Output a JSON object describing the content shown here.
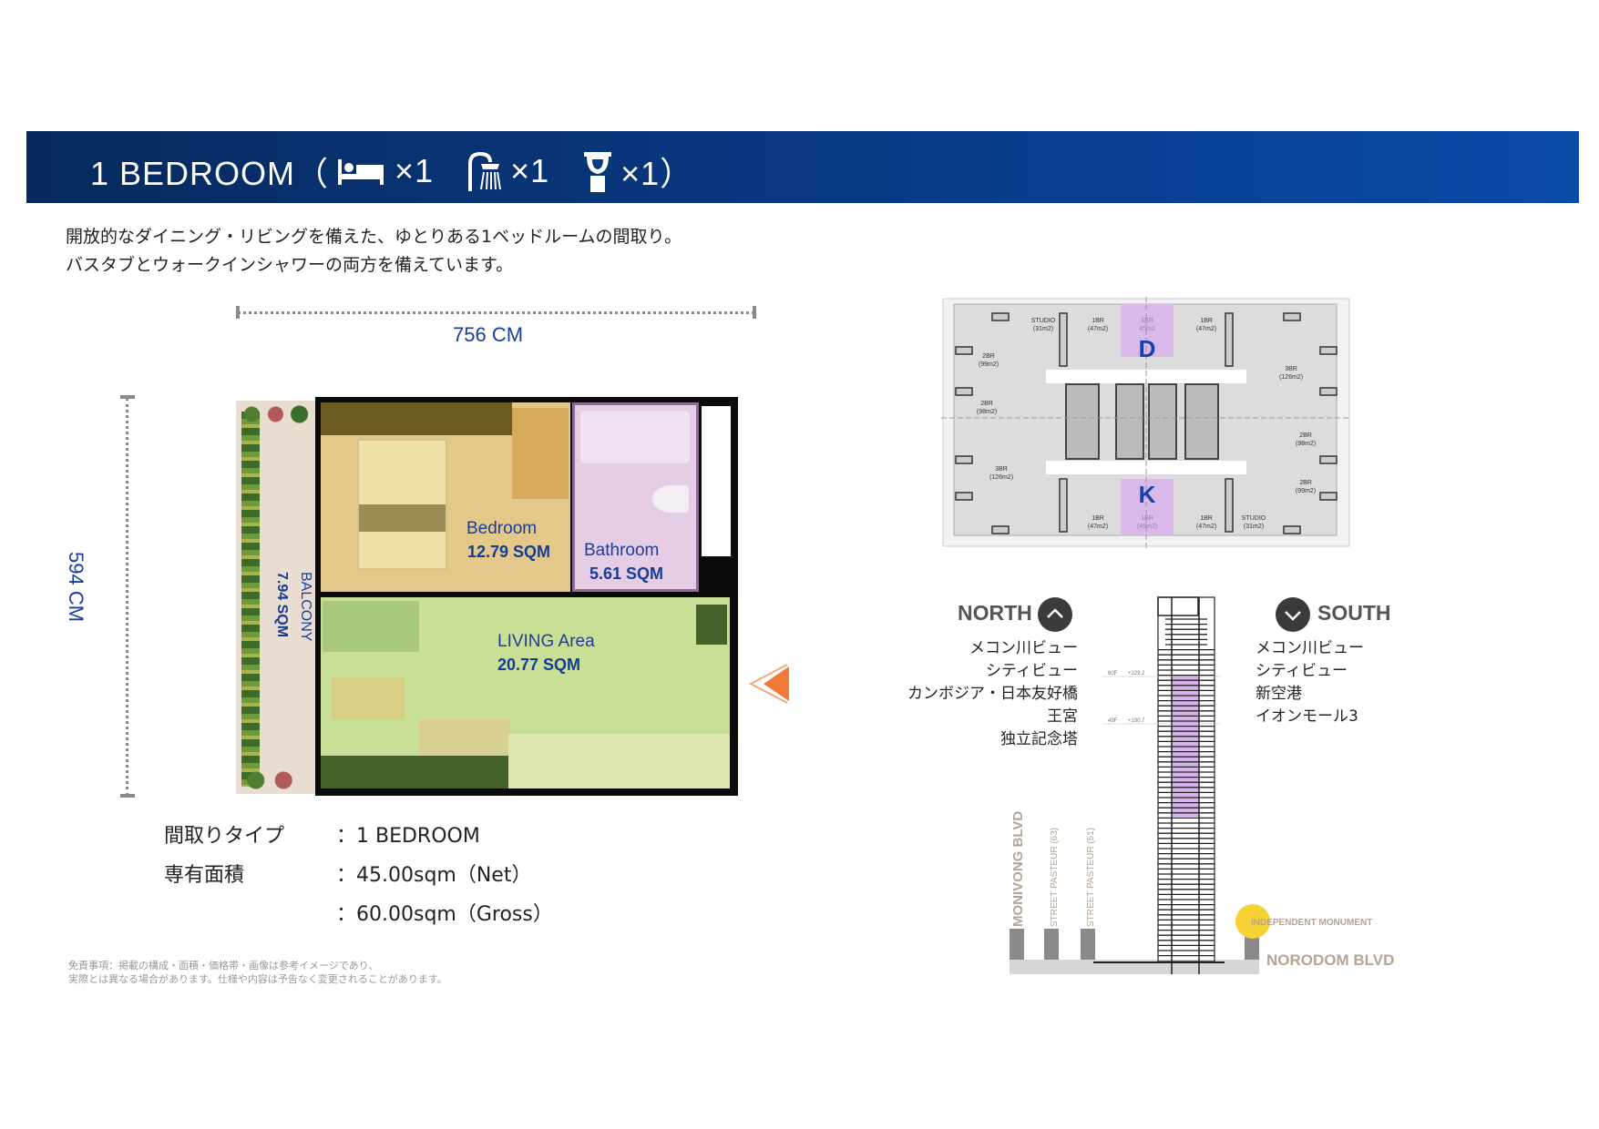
{
  "header": {
    "title": "1 BEDROOM（",
    "bed_count": "×1",
    "shower_count": "×1",
    "toilet_count": "×1）",
    "icons": [
      "bed-icon",
      "shower-icon",
      "toilet-icon"
    ],
    "bg_color": "#0a3a86"
  },
  "description": [
    "開放的なダイニング・リビングを備えた、ゆとりある1ベッドルームの間取り。",
    "バスタブとウォークインシャワーの両方を備えています。"
  ],
  "floorplan": {
    "width_label": "756 CM",
    "height_label": "594 CM",
    "rooms": {
      "bedroom": {
        "name": "Bedroom",
        "area": "12.79 SQM"
      },
      "bathroom": {
        "name": "Bathroom",
        "area": "5.61 SQM"
      },
      "living": {
        "name": "LIVING Area",
        "area": "20.77 SQM"
      },
      "balcony": {
        "name": "BALCONY",
        "area": "7.94 SQM"
      }
    }
  },
  "specs": [
    {
      "label": "間取りタイプ",
      "value": "：1 BEDROOM"
    },
    {
      "label": "専有面積",
      "value": "：45.00sqm（Net）"
    },
    {
      "label": "",
      "value": "：60.00sqm（Gross）"
    }
  ],
  "disclaimer": [
    "免責事項：掲載の構成・面積・価格帯・画像は参考イメージであり、",
    "実際とは異なる場合があります。仕様や内容は予告なく変更されることがあります。"
  ],
  "floor_plate": {
    "units": {
      "studio_n": "STUDIO",
      "studio_n_area": "(31m2)",
      "br1_n1": "1BR",
      "br1_n1_area": "(47m2)",
      "br1_d": "1BR",
      "br1_d_area": "45m2",
      "br1_n2": "1BR",
      "br1_n2_area": "(47m2)",
      "br2_nw": "2BR",
      "br2_nw_area": "(99m2)",
      "br3_ne": "3BR",
      "br3_ne_area": "(126m2)",
      "br2_w": "2BR",
      "br2_w_area": "(98m2)",
      "br2_e": "2BR",
      "br2_e_area": "(98m2)",
      "br3_sw": "3BR",
      "br3_sw_area": "(126m2)",
      "br2_se": "2BR",
      "br2_se_area": "(99m2)",
      "br1_s1": "1BR",
      "br1_s1_area": "(47m2)",
      "br1_k": "1BR",
      "br1_k_area": "(45m2)",
      "br1_s2": "1BR",
      "br1_s2_area": "(47m2)",
      "studio_s": "STUDIO",
      "studio_s_area": "(31m2)"
    },
    "marker_top": "D",
    "marker_bottom": "K",
    "highlight_color": "#d9b8ec"
  },
  "orientation": {
    "north": {
      "label": "NORTH",
      "views": [
        "メコン川ビュー",
        "シティビュー",
        "カンボジア・日本友好橋",
        "王宮",
        "独立記念塔"
      ]
    },
    "south": {
      "label": "SOUTH",
      "views": [
        "メコン川ビュー",
        "シティビュー",
        "新空港",
        "イオンモール3"
      ]
    }
  },
  "elevation": {
    "level_top": "60F",
    "level_top_height": "+229.2",
    "level_bottom": "49F",
    "level_bottom_height": "+190.7",
    "streets": [
      "MONIVONG BLVD",
      "STREET PASTEUR (63)",
      "STREET PASTEUR (51)"
    ],
    "monument": "INDEPENDENT MONUMENT",
    "boulevard": "NORODOM BLVD"
  }
}
